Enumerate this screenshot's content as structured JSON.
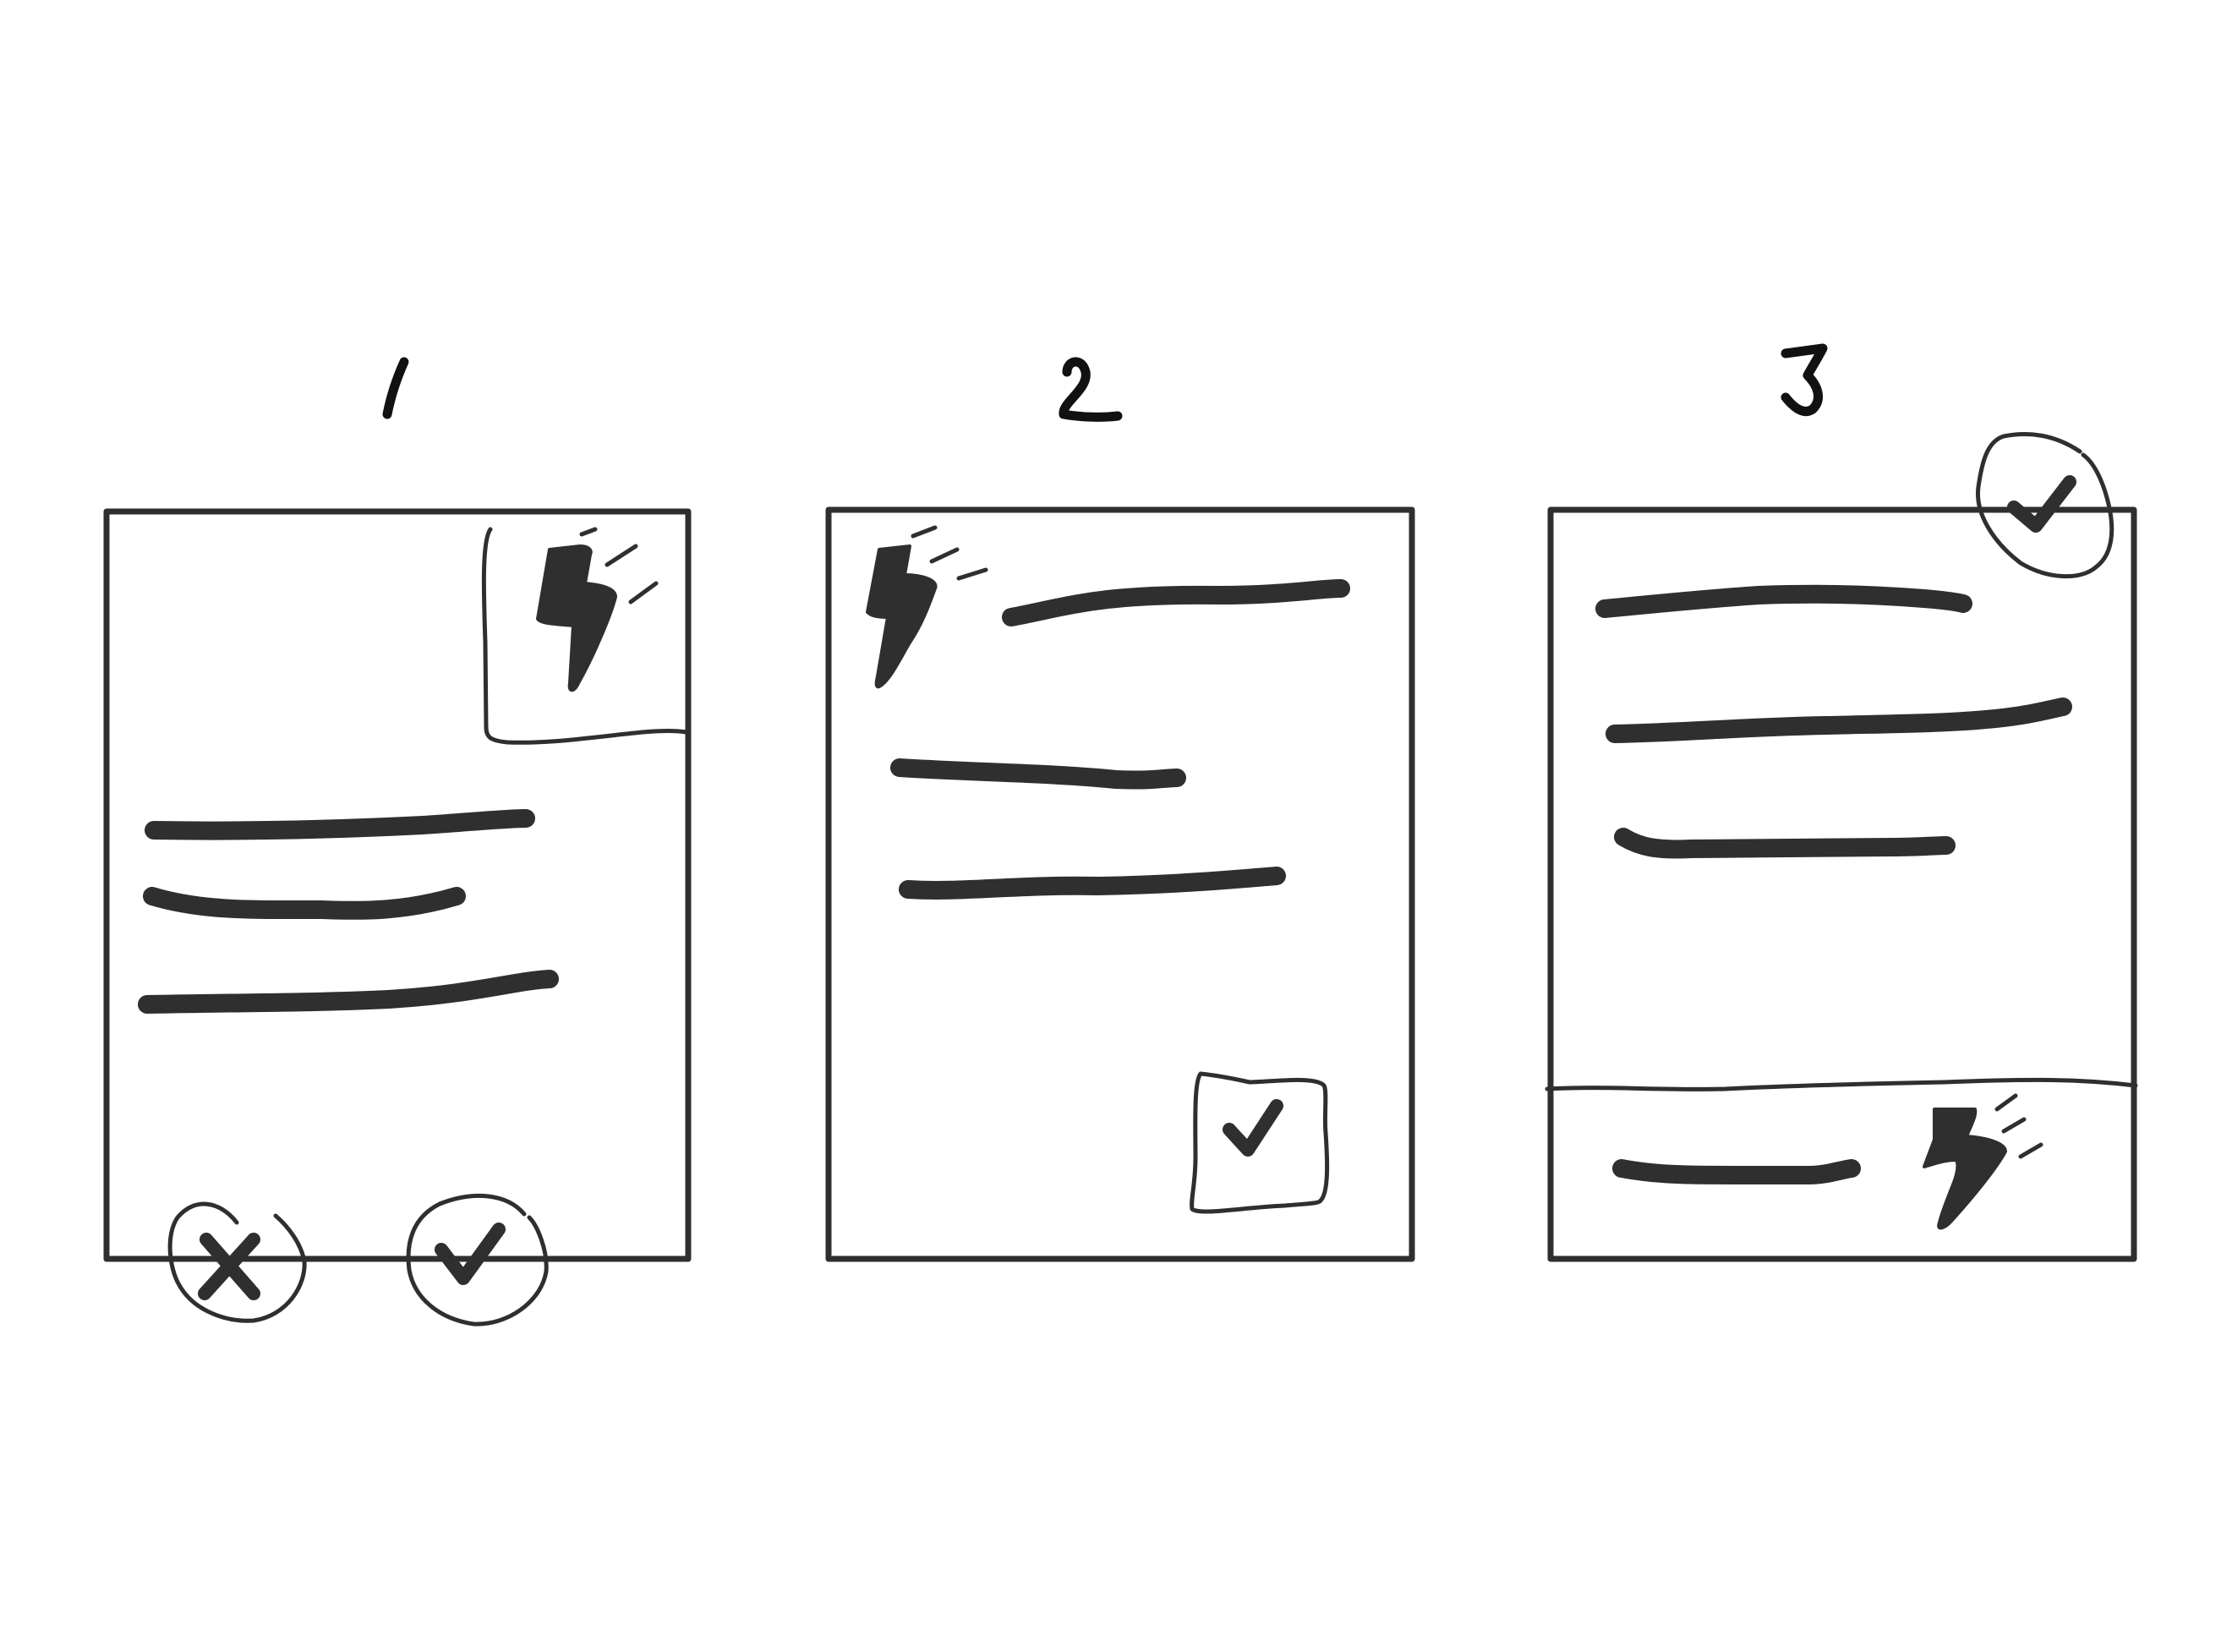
{
  "panels": [
    {
      "number": "1",
      "description": "panel-with-flash-corner-and-choice-buttons"
    },
    {
      "number": "2",
      "description": "panel-with-flash-header-and-checkbox"
    },
    {
      "number": "3",
      "description": "panel-with-check-badge-and-flash-footer"
    }
  ],
  "icons": [
    "lightning-icon",
    "check-icon",
    "cross-icon",
    "checkbox-icon"
  ],
  "colors": {
    "ink": "#2f2f2f",
    "background": "#ffffff"
  }
}
